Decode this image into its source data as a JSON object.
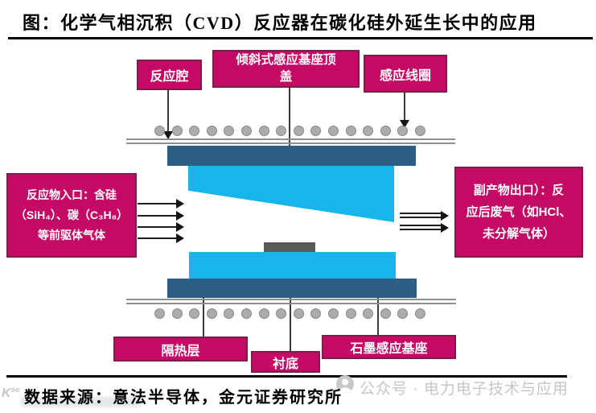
{
  "title": "图：化学气相沉积（CVD）反应器在碳化硅外延生长中的应用",
  "source_note": "数据来源：意法半导体，金元证券研究所",
  "watermarks": {
    "wechat_account": "公众号 · 电力电子技术与应用",
    "corner_logo": "K°°"
  },
  "callouts": {
    "reaction_chamber": {
      "label": "反应腔"
    },
    "tilted_susceptor_cover": {
      "lines": [
        "倾斜式感应基座顶",
        "盖"
      ]
    },
    "induction_coil": {
      "label": "感应线圈"
    },
    "reactant_inlet": {
      "lines": [
        "反应物入口：含硅",
        "（SiH₄）、碳（C₃H₈）",
        "等前驱体气体"
      ]
    },
    "byproduct_outlet": {
      "lines": [
        "副产物出口）：反",
        "应后废气（如HCl、",
        "未分解气体）"
      ]
    },
    "insulation_layer": {
      "label": "隔热层"
    },
    "substrate": {
      "label": "衬底"
    },
    "graphite_susceptor": {
      "label": "石墨感应基座"
    }
  },
  "diagram": {
    "coil_count_per_row": 16,
    "inlet_arrow_count": 4,
    "outlet_arrow_count": 2
  },
  "colors": {
    "callout_fill": "#C40A64",
    "callout_border": "#7D1C48",
    "insulation_navy": "#2D5E86",
    "susceptor_cyan": "#16B5EA",
    "substrate_gray": "#595959",
    "coil_fill": "#ACACAC",
    "coil_border": "#8A8A8A",
    "wall_gray": "#8F8F8F",
    "watermark_gray": "#C6C6C6"
  }
}
